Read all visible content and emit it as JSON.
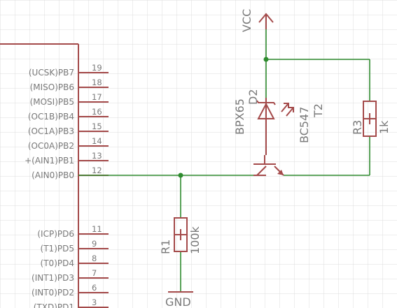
{
  "colors": {
    "grid": "#d9d9d9",
    "symbol": "#a44a4a",
    "wire": "#2e8b2e",
    "label": "#7a7a7a"
  },
  "mcu": {
    "pins_top": [
      {
        "name": "(UCSK)PB7",
        "num": "19"
      },
      {
        "name": "(MISO)PB6",
        "num": "18"
      },
      {
        "name": "(MOSI)PB5",
        "num": "17"
      },
      {
        "name": "(OC1B)PB4",
        "num": "16"
      },
      {
        "name": "(OC1A)PB3",
        "num": "15"
      },
      {
        "name": "(OC0A)PB2",
        "num": "14"
      },
      {
        "name": "+(AIN1)PB1",
        "num": "13"
      },
      {
        "name": "(AIN0)PB0",
        "num": "12"
      }
    ],
    "pins_bottom": [
      {
        "name": "(ICP)PD6",
        "num": "11"
      },
      {
        "name": "(T1)PD5",
        "num": "9"
      },
      {
        "name": "(T0)PD4",
        "num": "8"
      },
      {
        "name": "(INT1)PD3",
        "num": "7"
      },
      {
        "name": "(INT0)PD2",
        "num": "6"
      },
      {
        "name": "(TXD)PD1",
        "num": "3"
      }
    ]
  },
  "vcc": {
    "label": "VCC"
  },
  "gnd": {
    "label": "GND"
  },
  "d2": {
    "name": "D2",
    "value": "BPX65"
  },
  "t2": {
    "name": "T2",
    "value": "BC547"
  },
  "r3": {
    "name": "R3",
    "value": "1k"
  },
  "r1": {
    "name": "R1",
    "value": "100k"
  }
}
